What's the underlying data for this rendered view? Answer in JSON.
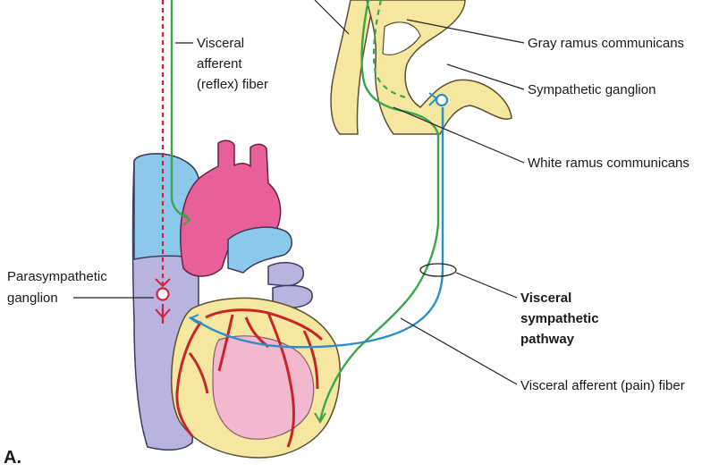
{
  "panel_label": "A.",
  "labels": {
    "visceral_afferent_reflex": [
      "Visceral",
      "afferent",
      "(reflex) fiber"
    ],
    "gray_ramus": "Gray ramus communicans",
    "sympathetic_ganglion": "Sympathetic ganglion",
    "white_ramus": "White ramus communicans",
    "parasympathetic_ganglion": [
      "Parasympathetic",
      "ganglion"
    ],
    "visceral_sympathetic_pathway": [
      "Visceral",
      "sympathetic",
      "pathway"
    ],
    "visceral_afferent_pain": "Visceral afferent (pain) fiber"
  },
  "colors": {
    "afferent_fiber": "#3aa64a",
    "pain_fiber": "#2a8fc8",
    "parasympathetic": "#d81e3c",
    "nerve_trunk": "#f6e7a0",
    "aorta": "#e8609a",
    "vena_cava": "#8cc8ec",
    "heart_surface": "#f2b8cf",
    "coronary": "#c8252a"
  }
}
